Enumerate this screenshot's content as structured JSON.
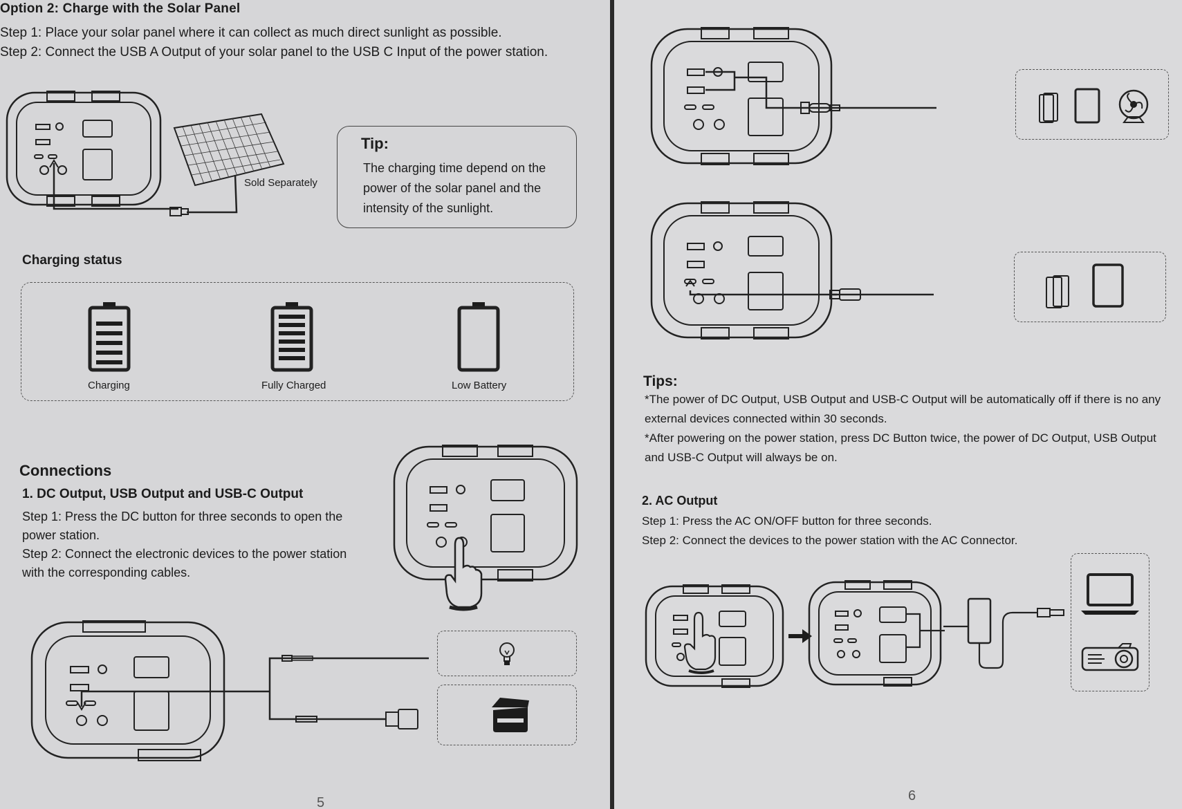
{
  "left_page": {
    "option_title": "Option 2:  Charge with the Solar Panel",
    "steps": [
      "Step 1: Place your solar panel where it can collect as much direct sunlight as possible.",
      "Step 2: Connect the USB A Output of your solar panel to the USB C Input of the power station."
    ],
    "solar_label": "Sold Separately",
    "tip": {
      "title": "Tip:",
      "text": "The charging time depend on the power of the solar panel and the intensity of the sunlight."
    },
    "charging_status": {
      "heading": "Charging status",
      "items": [
        {
          "label": "Charging",
          "level": "partial"
        },
        {
          "label": "Fully Charged",
          "level": "full"
        },
        {
          "label": "Low Battery",
          "level": "empty"
        }
      ]
    },
    "connections": {
      "title": "Connections",
      "subtitle": "1. DC Output, USB Output and USB-C Output",
      "steps": [
        "Step 1: Press the DC button for three seconds to open the power station.",
        "Step 2: Connect the electronic devices to the power station with the corresponding cables."
      ]
    },
    "page_number": "5"
  },
  "right_page": {
    "tips": {
      "heading": "Tips:",
      "items": [
        "*The power of DC Output, USB Output and USB-C Output will be automatically off if there is no any external devices connected within 30 seconds.",
        "*After powering on the power station, press DC Button twice, the power of DC Output, USB Output and USB-C Output will always be on."
      ]
    },
    "ac_output": {
      "heading": "2. AC Output",
      "steps": [
        "Step 1: Press the AC ON/OFF button for three seconds.",
        "Step 2: Connect the devices to the power station with the AC Connector."
      ]
    },
    "page_number": "6"
  },
  "icons": [
    "power-station-icon",
    "solar-panel-icon",
    "battery-icon",
    "finger-press-icon",
    "light-bulb-icon",
    "cooler-icon",
    "phone-icon",
    "tablet-icon",
    "fan-icon",
    "laptop-icon",
    "projector-icon",
    "adapter-icon",
    "arrow-right-icon"
  ]
}
